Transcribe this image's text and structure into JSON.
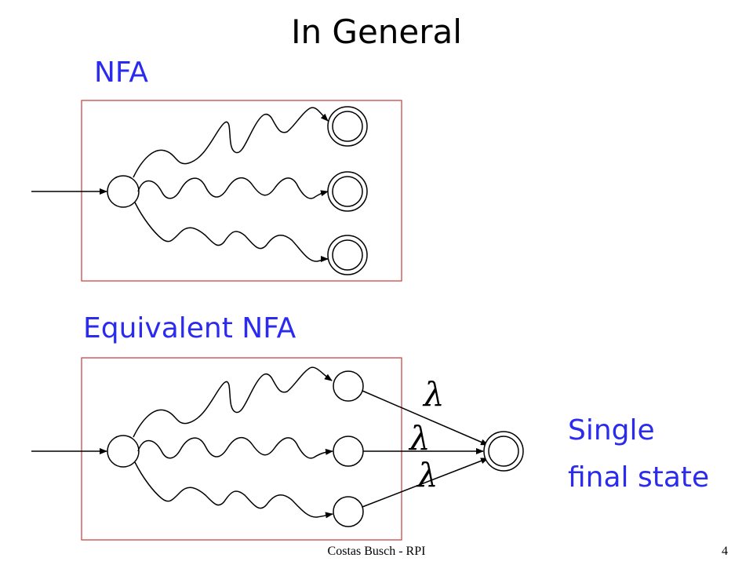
{
  "slide": {
    "title": "In General",
    "label_top": "NFA",
    "label_bottom": "Equivalent NFA",
    "note_line1": "Single",
    "note_line2": "final state",
    "lambda": "λ"
  },
  "footer": {
    "author": "Costas Busch - RPI",
    "page": "4"
  },
  "colors": {
    "box_border": "#c43a3a",
    "label_blue": "#2b2bf0",
    "ink": "#000000"
  }
}
